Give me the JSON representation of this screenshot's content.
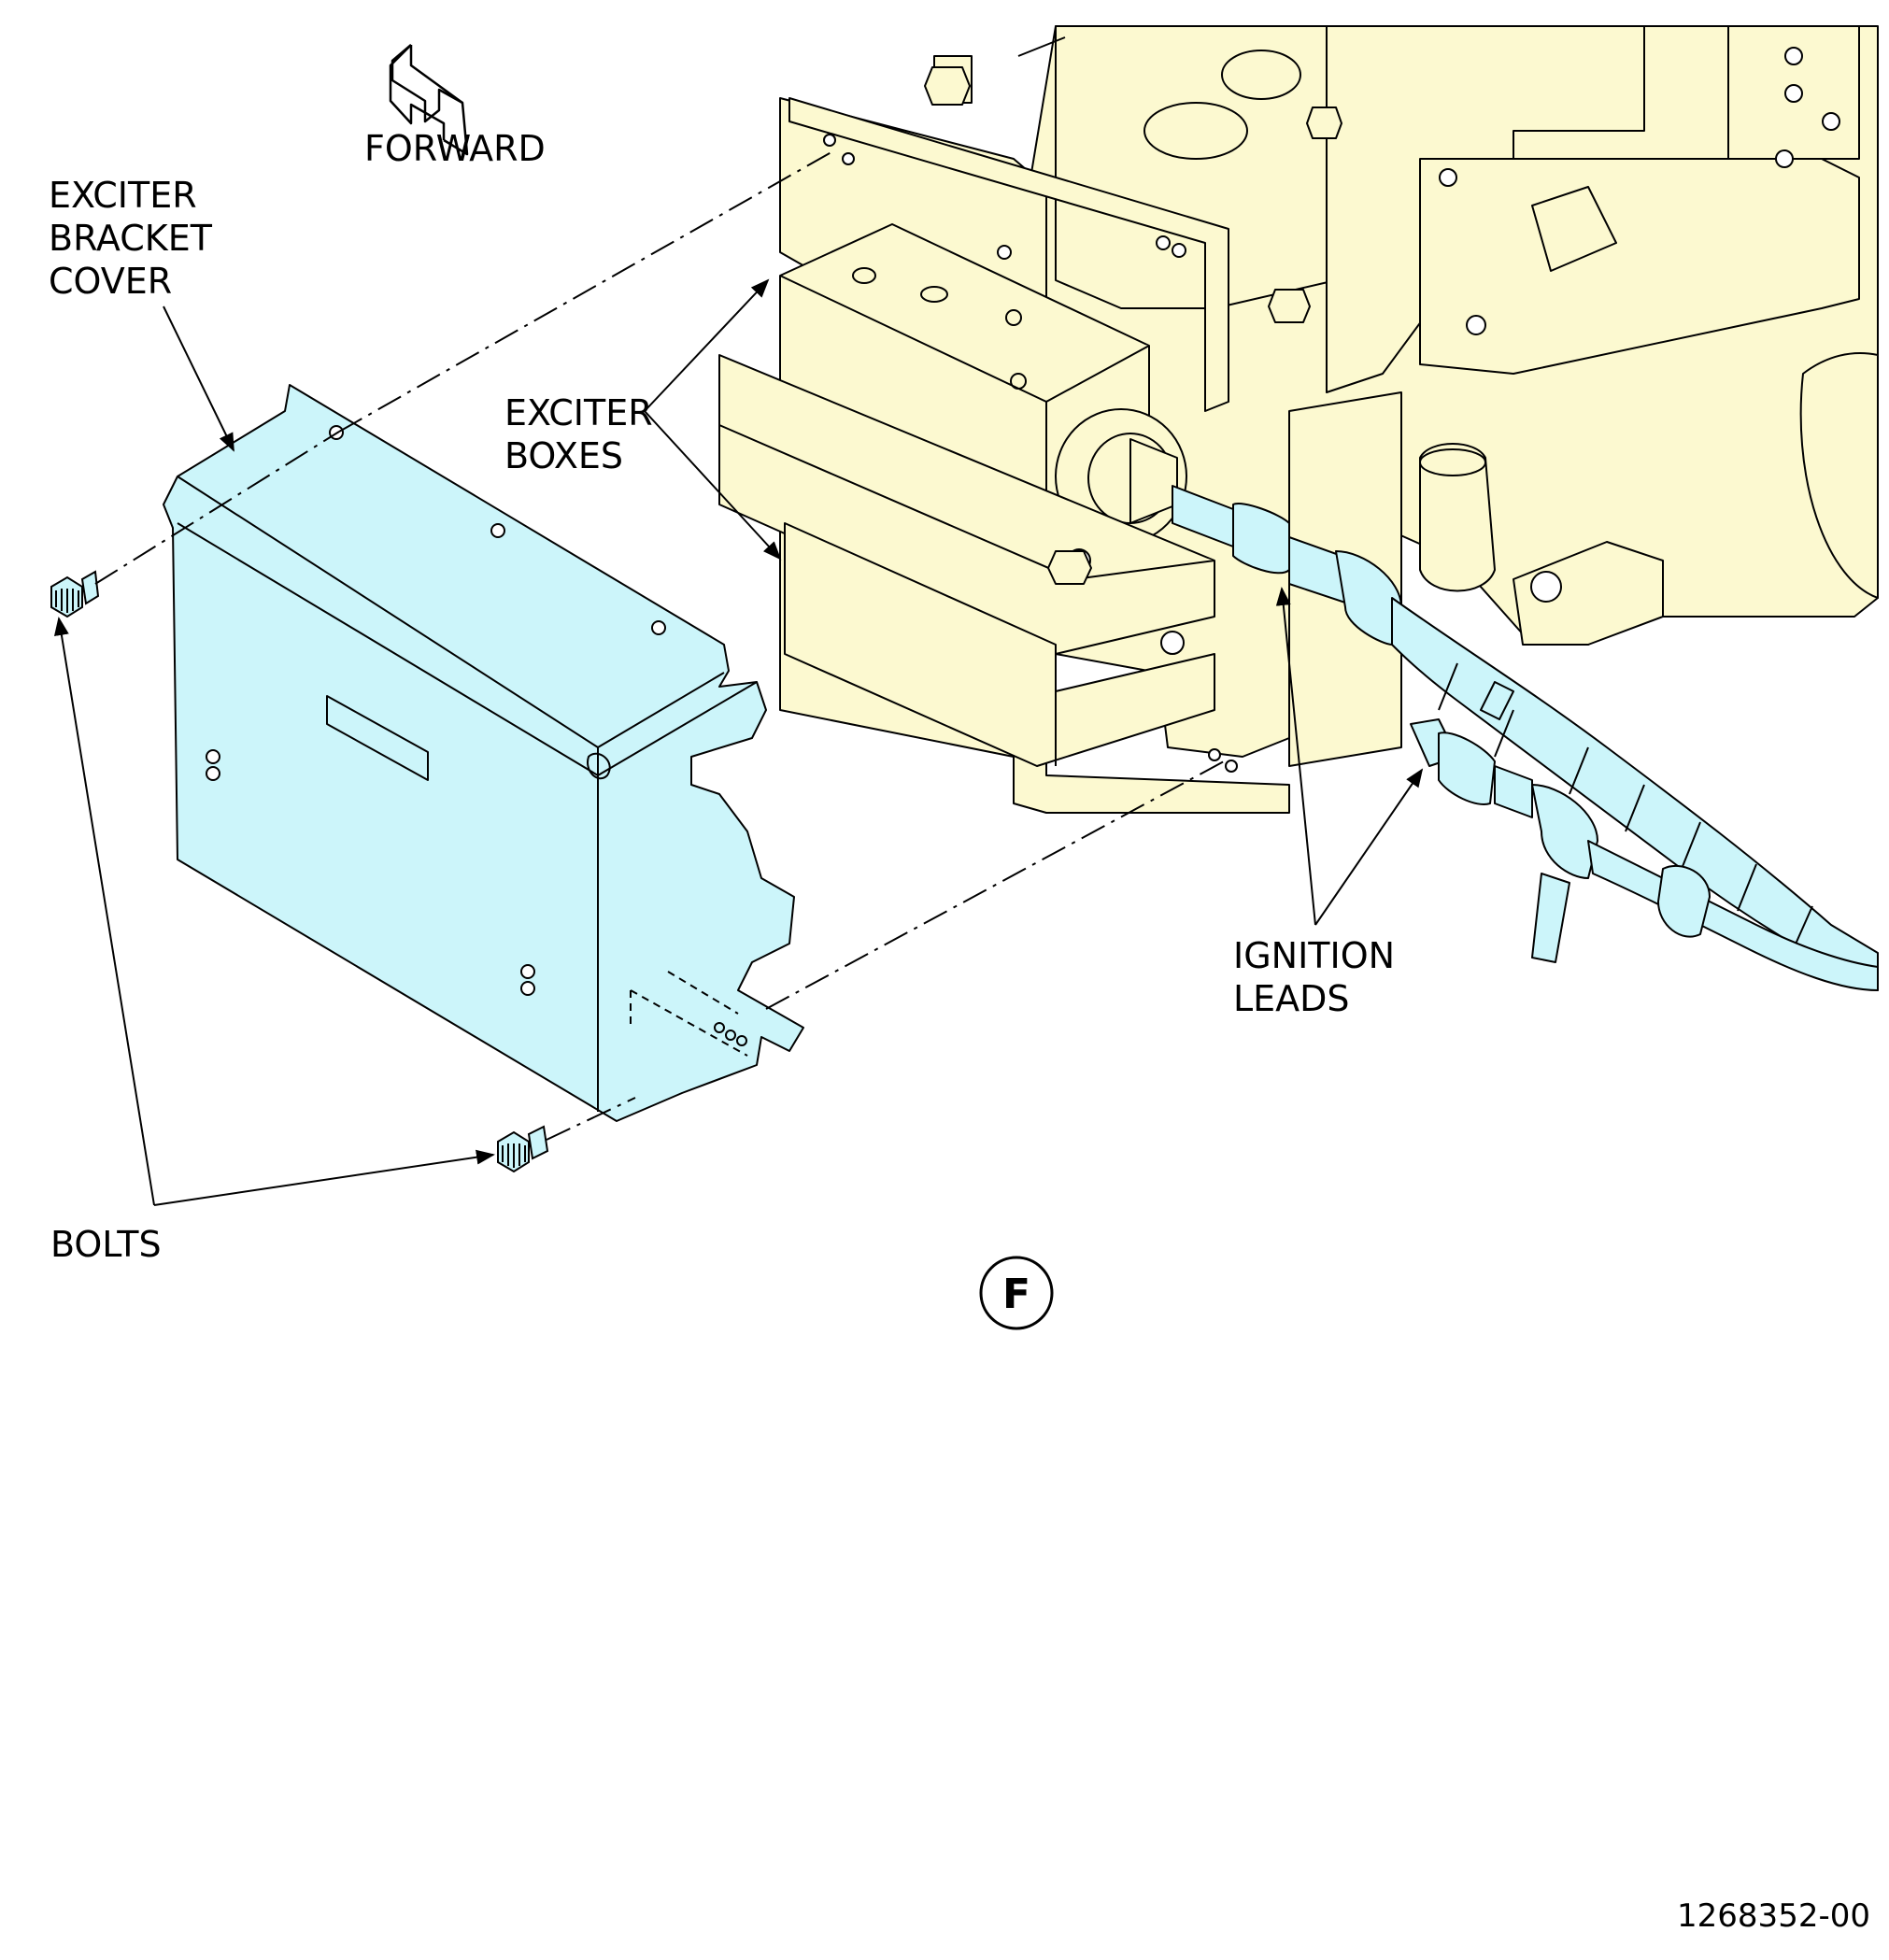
{
  "labels": {
    "forward": "FORWARD",
    "exciter_bracket_cover": [
      "EXCITER",
      "BRACKET",
      "COVER"
    ],
    "exciter_boxes": [
      "EXCITER",
      "BOXES"
    ],
    "ignition_leads": [
      "IGNITION",
      "LEADS"
    ],
    "bolts": "BOLTS",
    "view_marker": "F",
    "figure_number": "1268352-00"
  },
  "colors": {
    "cover_fill": "#ccf5fa",
    "engine_fill": "#fcf9d0",
    "lead_fill": "#ccf5fa",
    "line": "#000000"
  }
}
